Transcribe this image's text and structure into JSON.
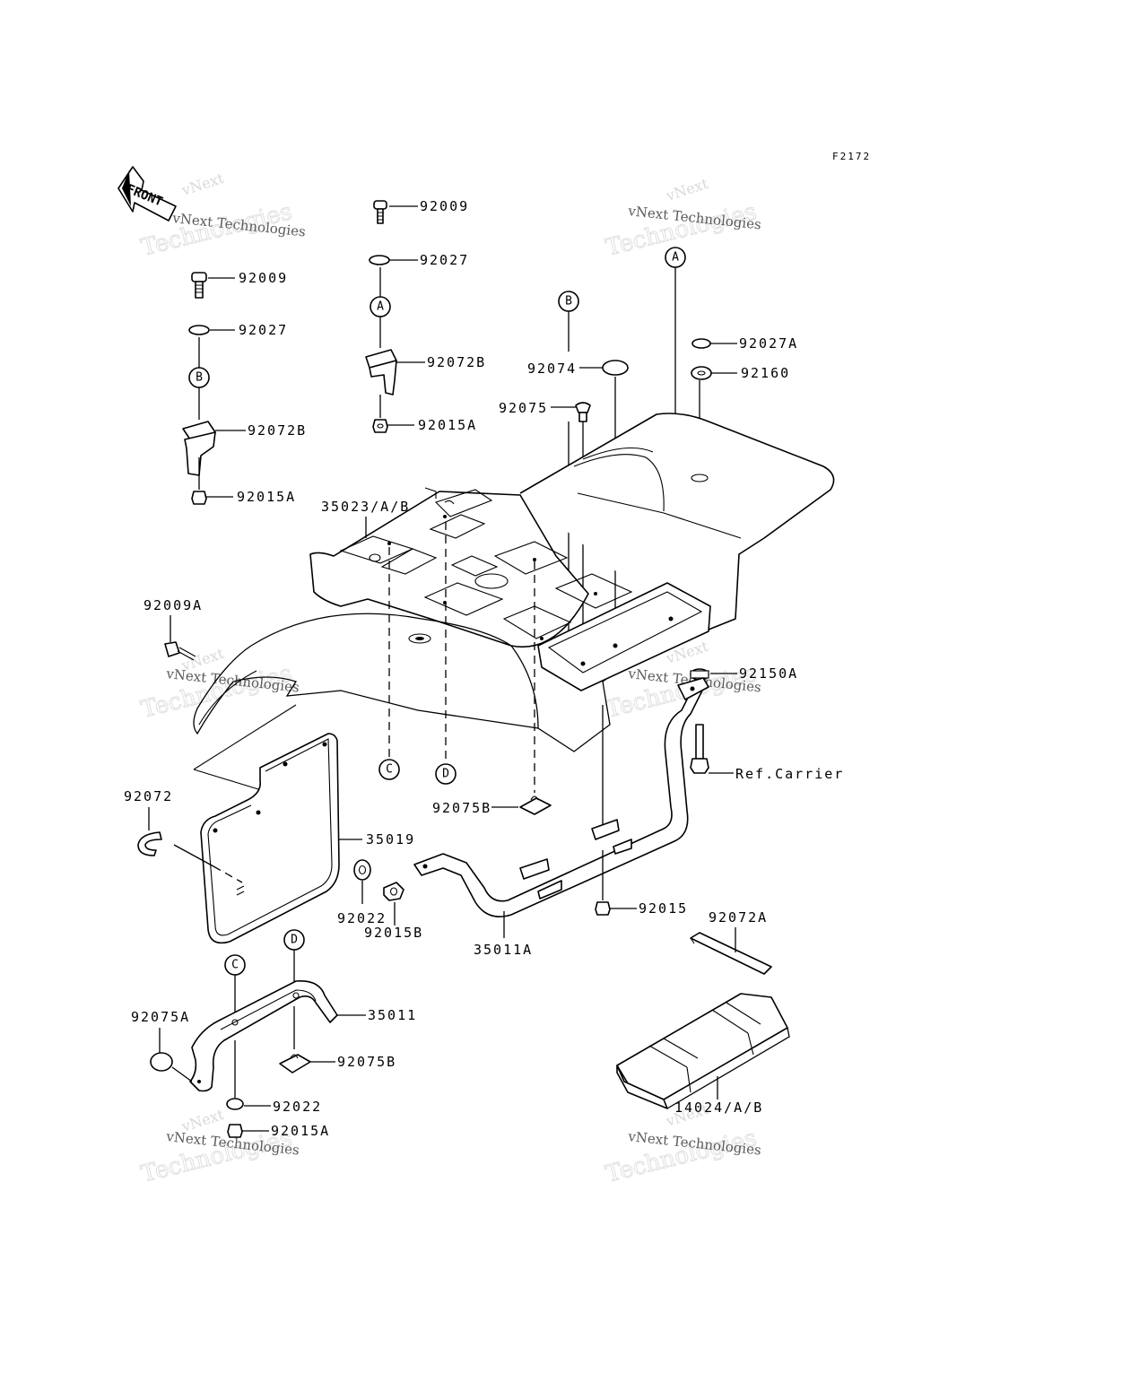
{
  "figure_code": "F2172",
  "front_arrow_label": "FRONT",
  "watermark": {
    "line1": "vNext",
    "line2": "Technologies",
    "line3": "vNext Technologies"
  },
  "callouts": {
    "A": "A",
    "B": "B",
    "C": "C",
    "D": "D"
  },
  "parts": {
    "p_92009_top": "92009",
    "p_92027_top": "92027",
    "p_92072B_mid": "92072B",
    "p_92015A_mid": "92015A",
    "p_92009_left": "92009",
    "p_92027_left": "92027",
    "p_92072B_left": "92072B",
    "p_92015A_left": "92015A",
    "p_92027A": "92027A",
    "p_92160": "92160",
    "p_92074": "92074",
    "p_92075": "92075",
    "p_35023": "35023/A/B",
    "p_92009A": "92009A",
    "p_92150A": "92150A",
    "p_ref_carrier": "Ref.Carrier",
    "p_92072": "92072",
    "p_35019": "35019",
    "p_92075B_mid": "92075B",
    "p_92022_mid": "92022",
    "p_92015B": "92015B",
    "p_35011A": "35011A",
    "p_92015": "92015",
    "p_92072A": "92072A",
    "p_92075A": "92075A",
    "p_35011": "35011",
    "p_92075B_low": "92075B",
    "p_92022_low": "92022",
    "p_92015A_low": "92015A",
    "p_14024": "14024/A/B"
  }
}
